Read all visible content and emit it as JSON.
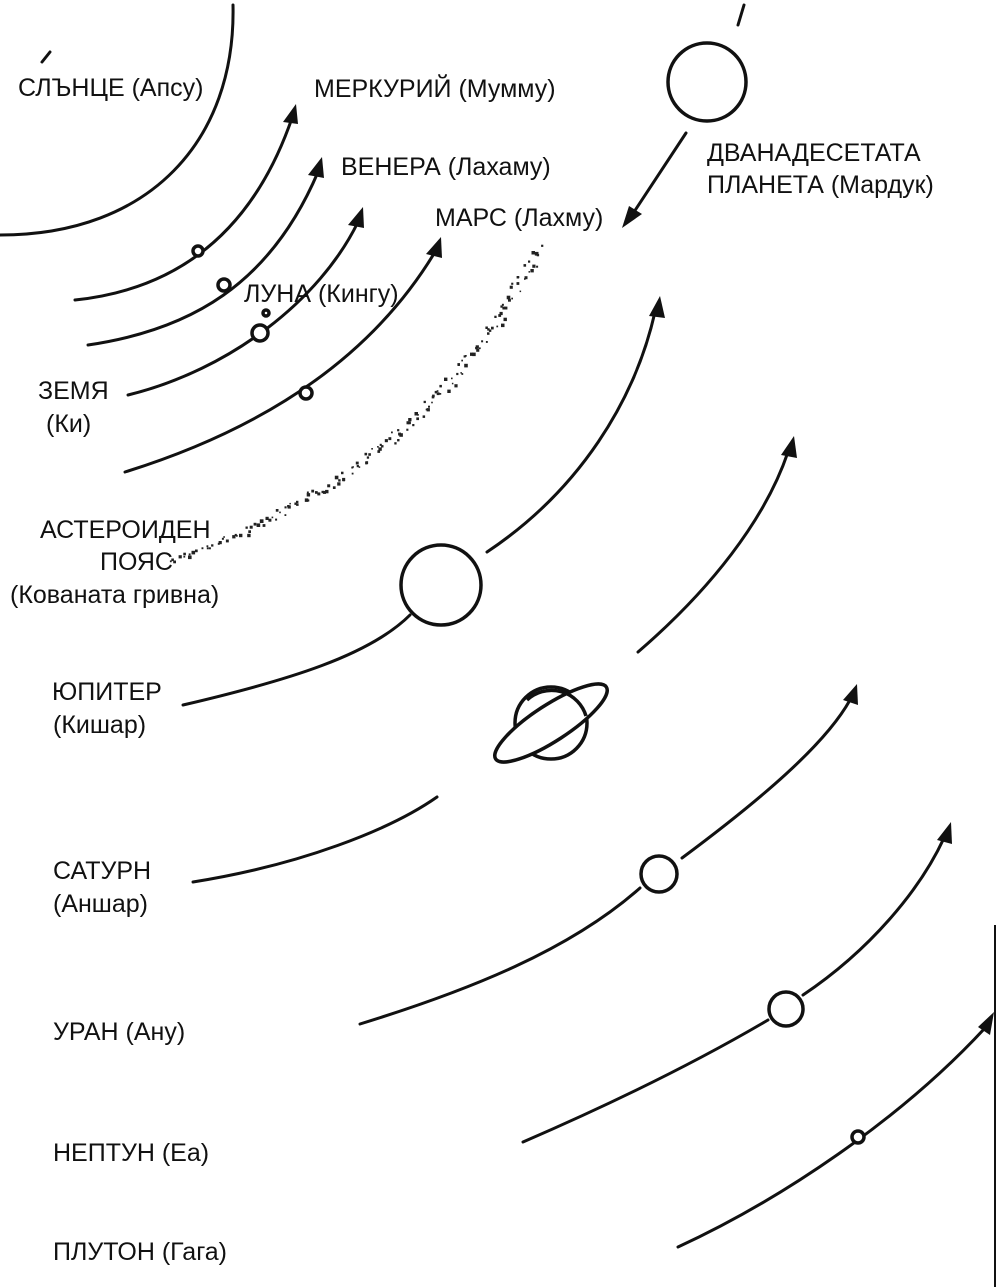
{
  "labels": {
    "sun": "СЛЪНЦЕ (Апсу)",
    "mercury": "МЕРКУРИЙ (Мумму)",
    "venus": "ВЕНЕРА (Лахаму)",
    "mars": "МАРС (Лахму)",
    "twelfth_planet_line1": "ДВАНАДЕСЕТАТА",
    "twelfth_planet_line2": "ПЛАНЕТА (Мардук)",
    "moon": "ЛУНА (Кингу)",
    "earth_line1": "ЗЕМЯ",
    "earth_line2": "(Ки)",
    "asteroid_line1": "АСТЕРОИДЕН",
    "asteroid_line2": "ПОЯС",
    "asteroid_line3": "(Кованата гривна)",
    "jupiter_line1": "ЮПИТЕР",
    "jupiter_line2": "(Кишар)",
    "saturn_line1": "САТУРН",
    "saturn_line2": "(Аншар)",
    "uranus": "УРАН (Ану)",
    "neptune": "НЕПТУН (Еа)",
    "pluto": "ПЛУТОН (Гага)"
  },
  "colors": {
    "ink": "#111111",
    "background": "#ffffff"
  }
}
